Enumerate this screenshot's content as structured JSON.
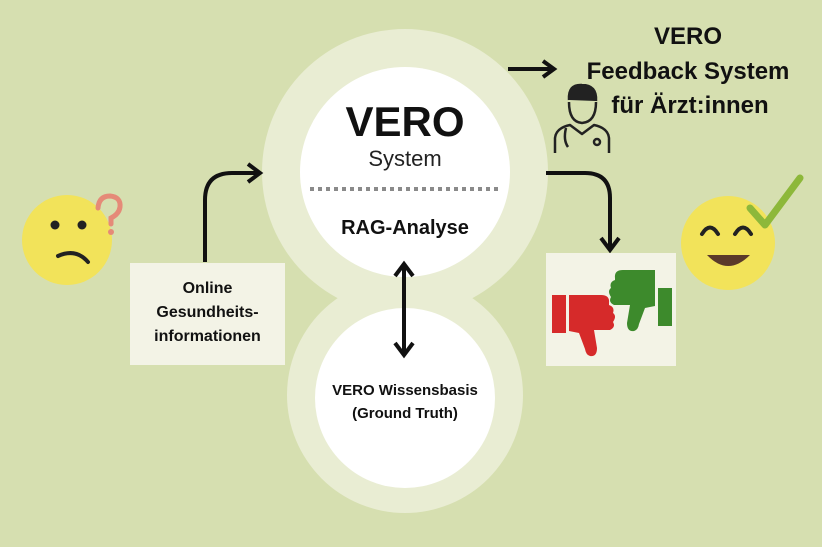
{
  "colors": {
    "background": "#d6dfb0",
    "ring": "#e9edd3",
    "circle": "#ffffff",
    "arrow": "#111111",
    "face": "#f2e35a",
    "question_mark": "#e58a78",
    "checkmark": "#8db83a",
    "thumb_up": "#3d8a2c",
    "thumb_down": "#d62a2a",
    "box": "#f3f3e6"
  },
  "system": {
    "title": "VERO",
    "subtitle": "System",
    "analysis_label": "RAG-Analyse"
  },
  "knowledge_base": {
    "line1": "VERO Wissensbasis",
    "line2": "(Ground Truth)"
  },
  "info_box": {
    "line1": "Online",
    "line2": "Gesundheits-",
    "line3": "informationen"
  },
  "feedback": {
    "line1": "VERO",
    "line2": "Feedback System",
    "line3": "für Ärzt:innen"
  },
  "icons": {
    "confused_face": "confused-face-icon",
    "question_mark": "question-mark-icon",
    "doctor": "doctor-icon",
    "happy_face": "happy-face-icon",
    "checkmark": "checkmark-icon",
    "thumb_up": "thumb-up-icon",
    "thumb_down": "thumb-down-icon"
  }
}
